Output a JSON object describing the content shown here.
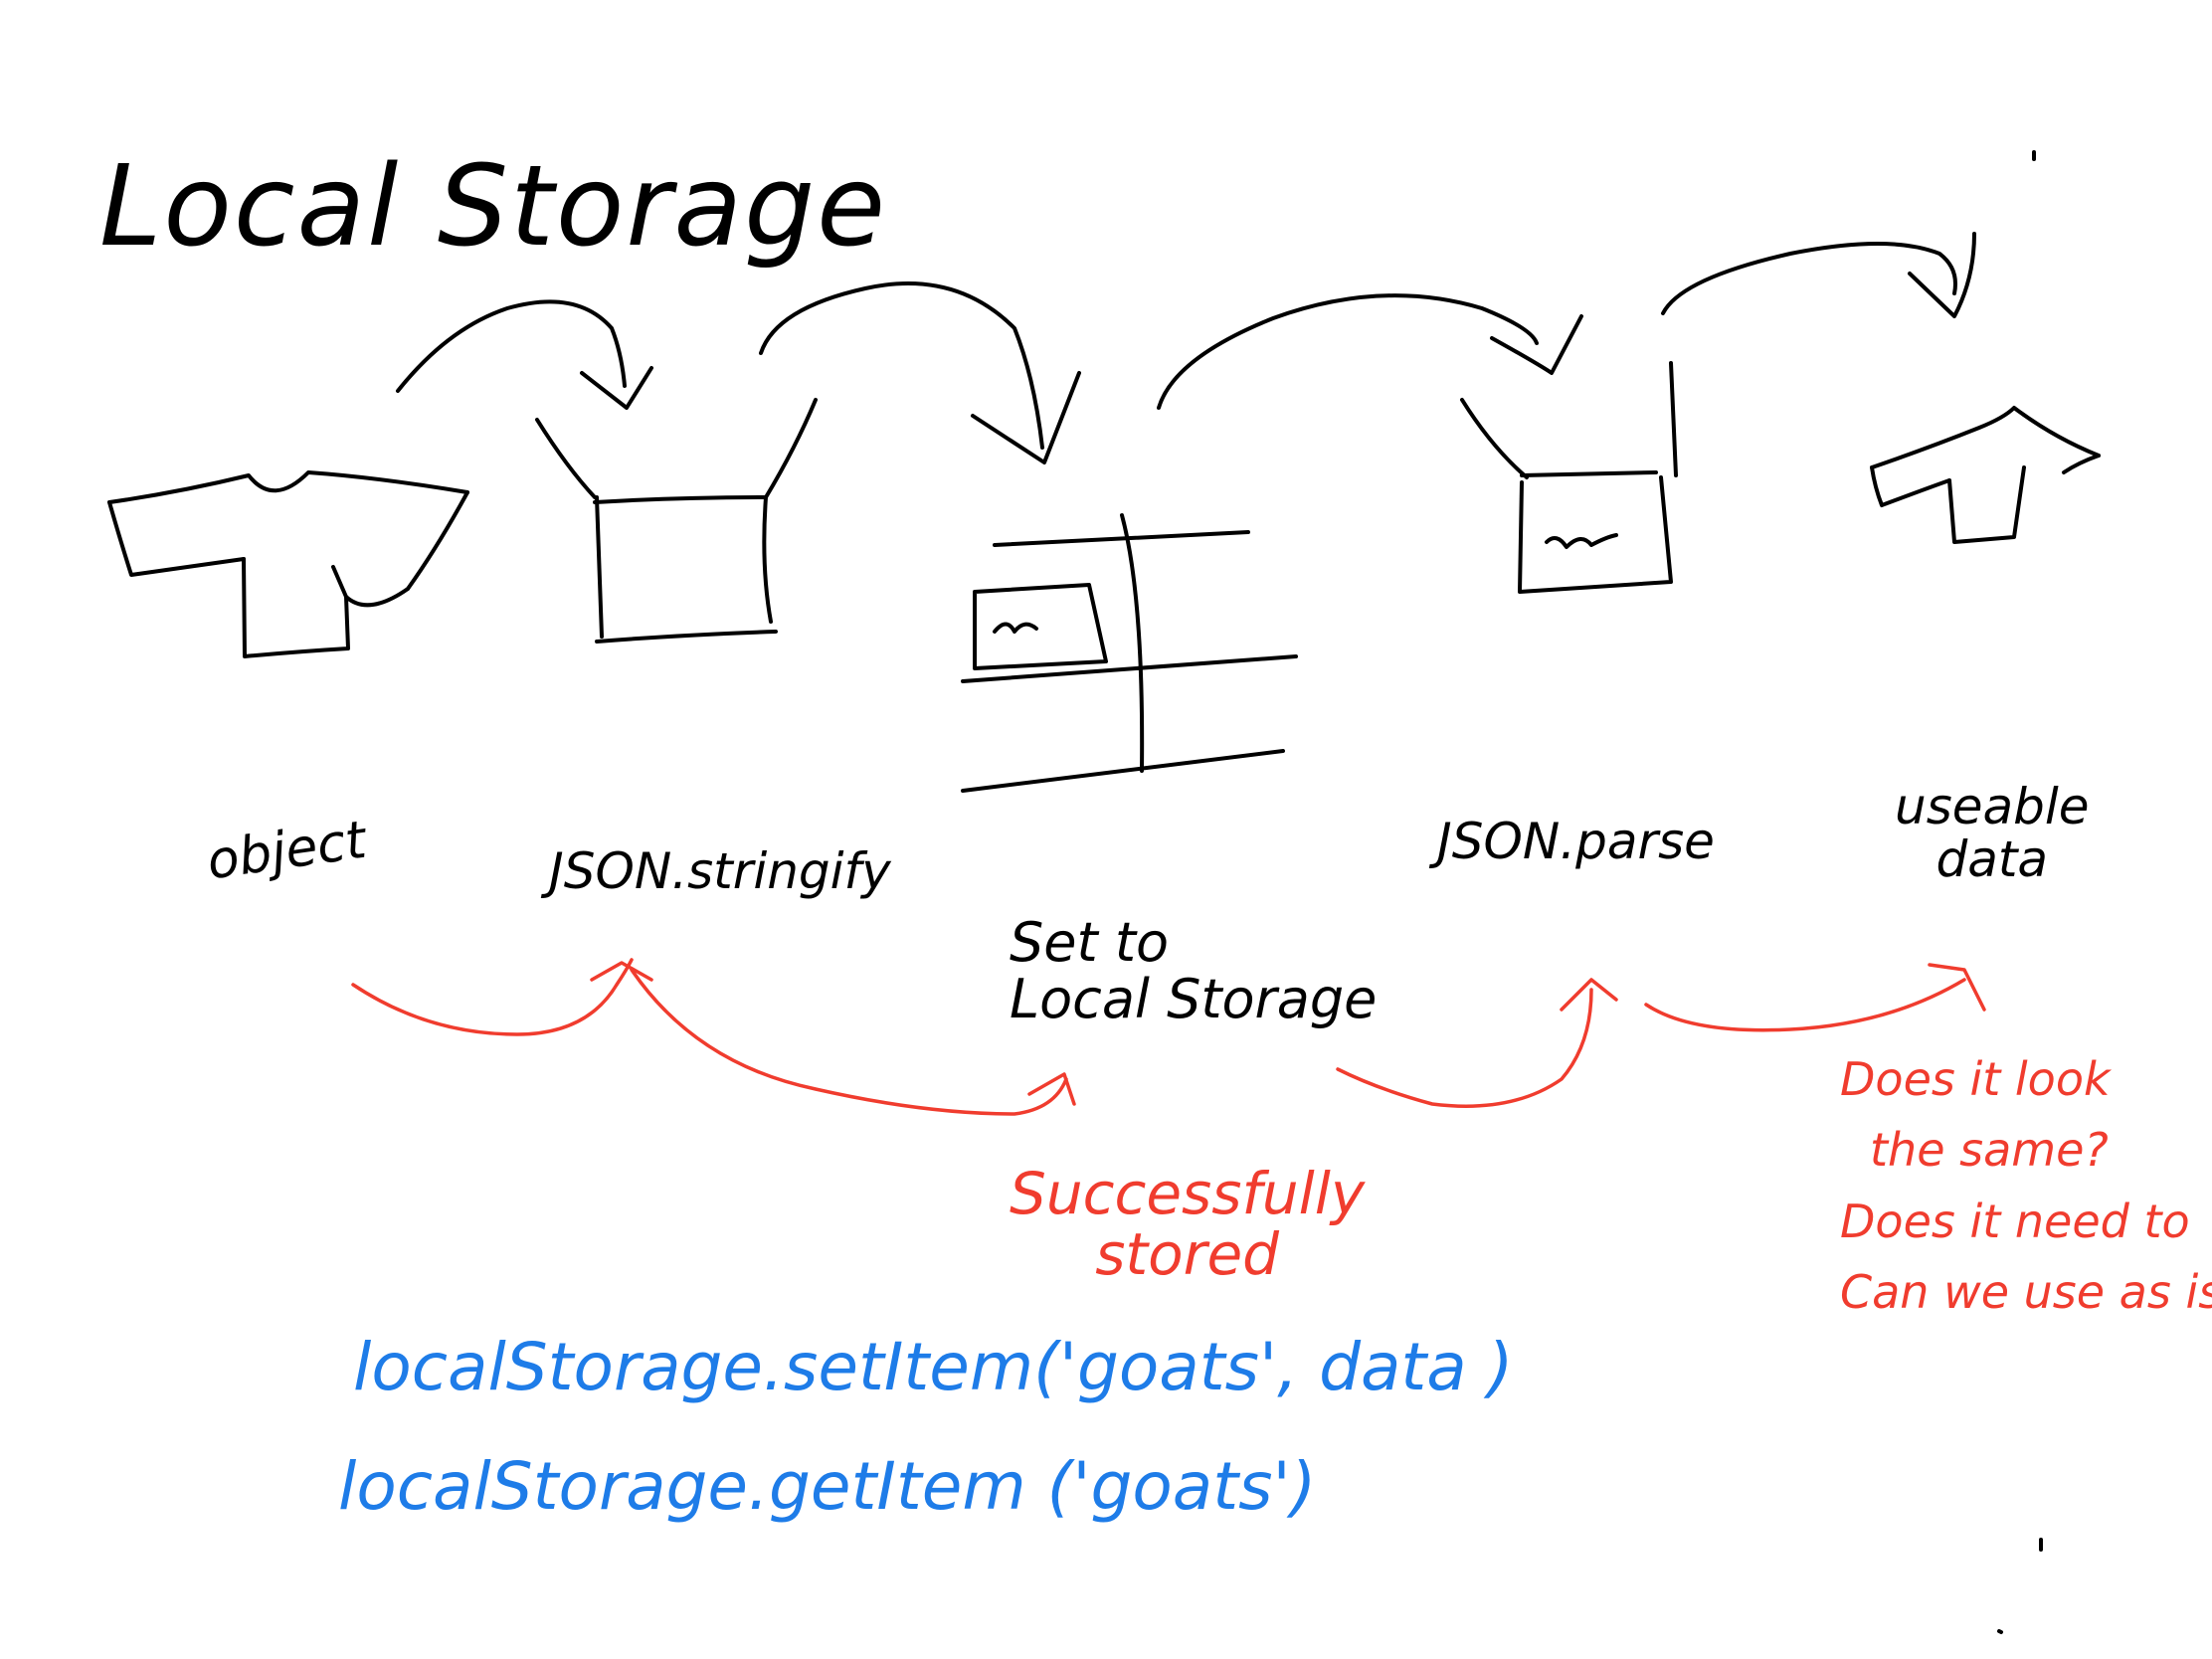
{
  "title": "Local Storage",
  "steps": {
    "object": "object",
    "stringify": "JSON.stringify",
    "set_line1": "Set to",
    "set_line2": "Local Storage",
    "parse": "JSON.parse",
    "usable_line1": "useable",
    "usable_line2": "data"
  },
  "notes": {
    "success_line1": "Successfully",
    "success_line2": "stored",
    "question_line1": "Does it look",
    "question_line2": "the same?",
    "question_line3": "Does it need to",
    "question_line4": "Can we use as is?"
  },
  "code": {
    "set_item": "localStorage.setItem('goats', data )",
    "get_item": "localStorage.getItem ('goats')"
  },
  "colors": {
    "ink": "#000000",
    "annotation": "#f03c2e",
    "code": "#1e7ce8"
  }
}
